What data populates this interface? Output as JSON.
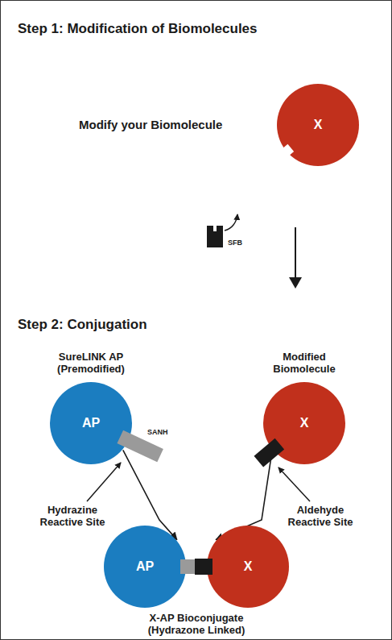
{
  "diagram": {
    "nodes": [
      {
        "text": [
          "X"
        ]
      },
      {
        "text": [
          "SureLINK AP (Premodified)",
          "AP"
        ]
      },
      {
        "text": [
          "Modified Biomolecule",
          "X"
        ]
      },
      {
        "text": [
          "AP"
        ]
      },
      {
        "text": [
          "X"
        ]
      }
    ],
    "edges": [
      {
        "from": 1,
        "to": 3,
        "arrow": "to"
      },
      {
        "from": 2,
        "to": 4,
        "arrow": "to"
      }
    ],
    "labels": [
      "Step 1: Modification of Biomolecules",
      "Modify your Biomolecule",
      "SFB",
      "Step 2: Conjugation",
      "SANH",
      "Hydrazine Reactive Site",
      "Aldehyde Reactive Site",
      "X-AP Bioconjugate (Hydrazone Linked)"
    ]
  }
}
